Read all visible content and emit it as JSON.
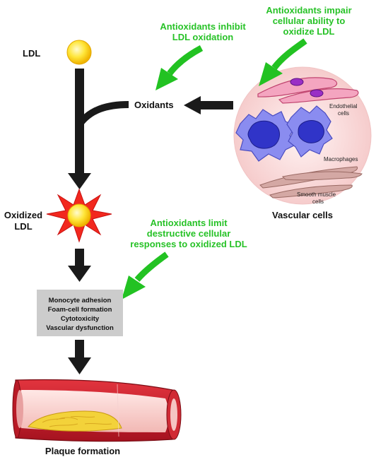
{
  "labels": {
    "ldl": "LDL",
    "oxidants": "Oxidants",
    "oxidized_ldl_line1": "Oxidized",
    "oxidized_ldl_line2": "LDL",
    "vascular_cells": "Vascular cells",
    "plaque_formation": "Plaque formation"
  },
  "cell_labels": {
    "endothelial_line1": "Endothelial",
    "endothelial_line2": "cells",
    "macrophages": "Macrophages",
    "smooth_muscle_line1": "Smooth muscle",
    "smooth_muscle_line2": "cells"
  },
  "annotations": {
    "inhibit_line1": "Antioxidants inhibit",
    "inhibit_line2": "LDL oxidation",
    "impair_line1": "Antioxidants impair",
    "impair_line2": "cellular ability to",
    "impair_line3": "oxidize LDL",
    "limit_line1": "Antioxidants limit",
    "limit_line2": "destructive cellular",
    "limit_line3": "responses to oxidized LDL"
  },
  "responses": {
    "items": [
      "Monocyte adhesion",
      "Foam-cell formation",
      "Cytotoxicity",
      "Vascular dysfunction"
    ]
  },
  "colors": {
    "annotation_green": "#27c227",
    "arrow_dark": "#1a1a1a",
    "box_gray": "#cccccc",
    "vessel_red": "#c8202e",
    "plaque_yellow": "#f3d23a",
    "circle_pink": "#fbe0e0"
  }
}
